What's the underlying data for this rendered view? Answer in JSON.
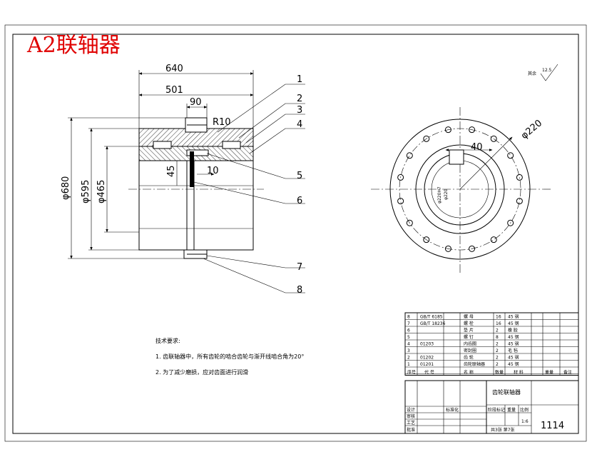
{
  "title": "A2联轴器",
  "dimensions": {
    "d640": "640",
    "d501": "501",
    "d90": "90",
    "r10": "R10",
    "phi680": "φ680",
    "phi595": "φ595",
    "phi465": "φ465",
    "d45": "45",
    "d10": "10",
    "d40": "40",
    "phi220": "φ220",
    "bore": "φ220H7",
    "keyway": "φ220"
  },
  "roughness": {
    "label": "其余",
    "value": "12.5"
  },
  "callouts": [
    "1",
    "2",
    "3",
    "4",
    "5",
    "6",
    "7",
    "8"
  ],
  "notes": {
    "heading": "技术要求:",
    "line1": "1. 齿联轴器中，所有齿轮的啮合齿轮与渐开线啮合角为20°",
    "line2": "2. 为了减少磨损，应对齿面进行润滑"
  },
  "bom_rows": [
    {
      "no": "8",
      "code": "GB/T 6185",
      "name": "螺 母",
      "qty": "16",
      "mat": "45 钢"
    },
    {
      "no": "7",
      "code": "GB/T 18236",
      "name": "螺 栓",
      "qty": "16",
      "mat": "45 钢"
    },
    {
      "no": "6",
      "code": "",
      "name": "垫 片",
      "qty": "2",
      "mat": "橡 胶"
    },
    {
      "no": "5",
      "code": "",
      "name": "螺 钉",
      "qty": "8",
      "mat": "45 钢"
    },
    {
      "no": "4",
      "code": "01203",
      "name": "内齿圈",
      "qty": "2",
      "mat": "45 钢"
    },
    {
      "no": "3",
      "code": "",
      "name": "密封圈",
      "qty": "2",
      "mat": "毛 毡"
    },
    {
      "no": "2",
      "code": "01202",
      "name": "齿 轮",
      "qty": "2",
      "mat": "45 钢"
    },
    {
      "no": "1",
      "code": "01201",
      "name": "齿轮联轴器",
      "qty": "2",
      "mat": "45 钢"
    }
  ],
  "bom_header": {
    "no": "序号",
    "code": "代 号",
    "name": "名 称",
    "qty": "数量",
    "mat": "材 料",
    "weight": "重量",
    "remark": "备注"
  },
  "title_block": {
    "part_name": "齿轮联轴器",
    "stage": "阶段标记",
    "weight": "重量",
    "scale": "比例",
    "scale_value": "1:6",
    "sheet": "共3张 第7张",
    "drawing_no": "1114",
    "design": "设计",
    "standard": "标准化",
    "check": "审核",
    "craft": "工艺",
    "approve": "批准"
  }
}
